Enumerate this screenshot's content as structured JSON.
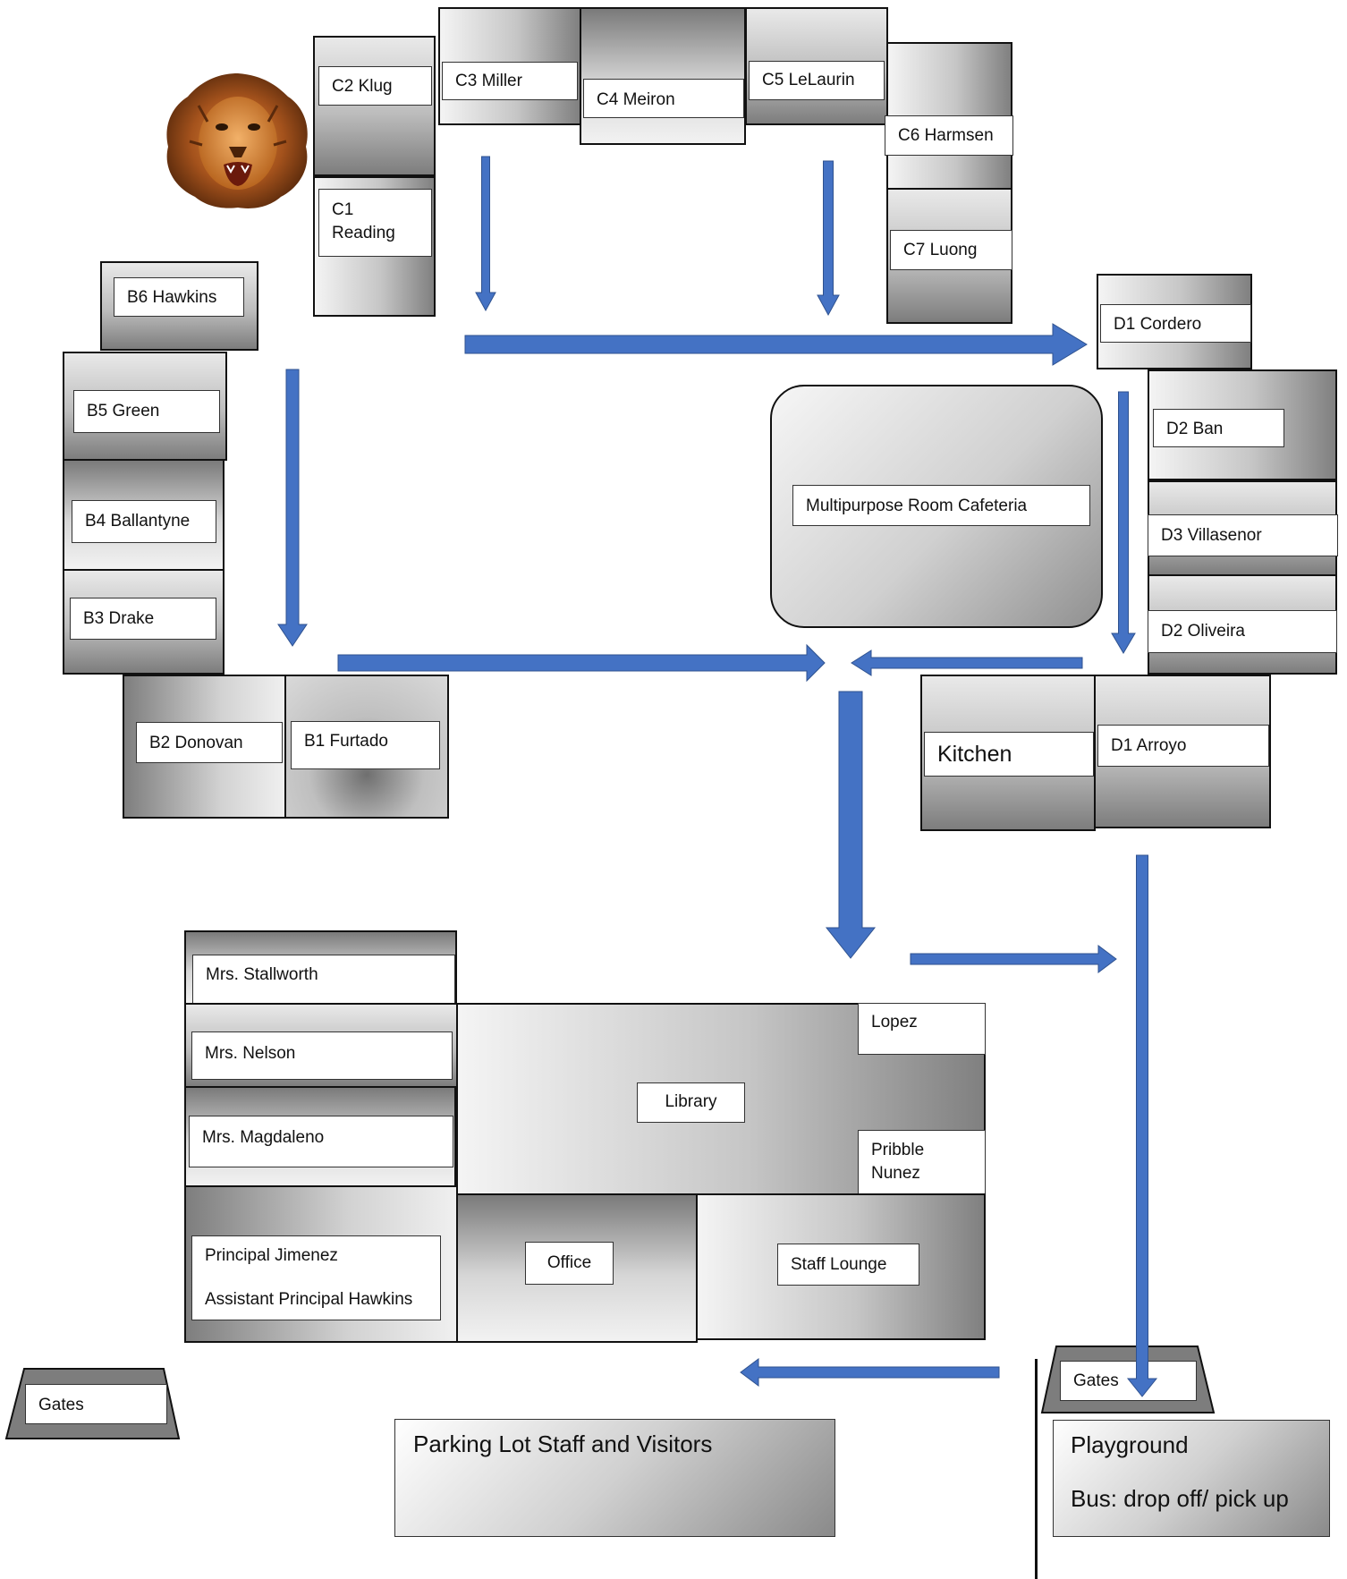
{
  "colors": {
    "arrow": "#4472C4",
    "arrow_stroke": "#2f528f"
  },
  "icons": {
    "mascot": "lion-head-icon"
  },
  "rooms": {
    "c2": "C2 Klug",
    "c3": "C3 Miller",
    "c4": "C4 Meiron",
    "c5": "C5 LeLaurin",
    "c6": "C6 Harmsen",
    "c7": "C7 Luong",
    "c1_line1": "C1",
    "c1_line2": "Reading",
    "b6": "B6 Hawkins",
    "b5": "B5 Green",
    "b4": "B4 Ballantyne",
    "b3": "B3 Drake",
    "b2": "B2 Donovan",
    "b1": "B1 Furtado",
    "d1_cordero": "D1 Cordero",
    "d2_ban": "D2 Ban",
    "d3": "D3 Villasenor",
    "d2_oliveira": "D2 Oliveira",
    "d1_arroyo": "D1 Arroyo",
    "kitchen": "Kitchen",
    "cafeteria": "Multipurpose Room Cafeteria",
    "stallworth": "Mrs. Stallworth",
    "nelson": "Mrs. Nelson",
    "magdaleno": "Mrs. Magdaleno",
    "principal": "Principal Jimenez",
    "assistant_principal": "Assistant Principal Hawkins",
    "library": "Library",
    "lopez": "Lopez",
    "pribble": "Pribble",
    "nunez": "Nunez",
    "office": "Office",
    "staff_lounge": "Staff Lounge",
    "gates_left": "Gates",
    "gates_right": "Gates",
    "parking": "Parking Lot Staff and Visitors",
    "playground": "Playground",
    "bus": "Bus: drop off/ pick up"
  }
}
